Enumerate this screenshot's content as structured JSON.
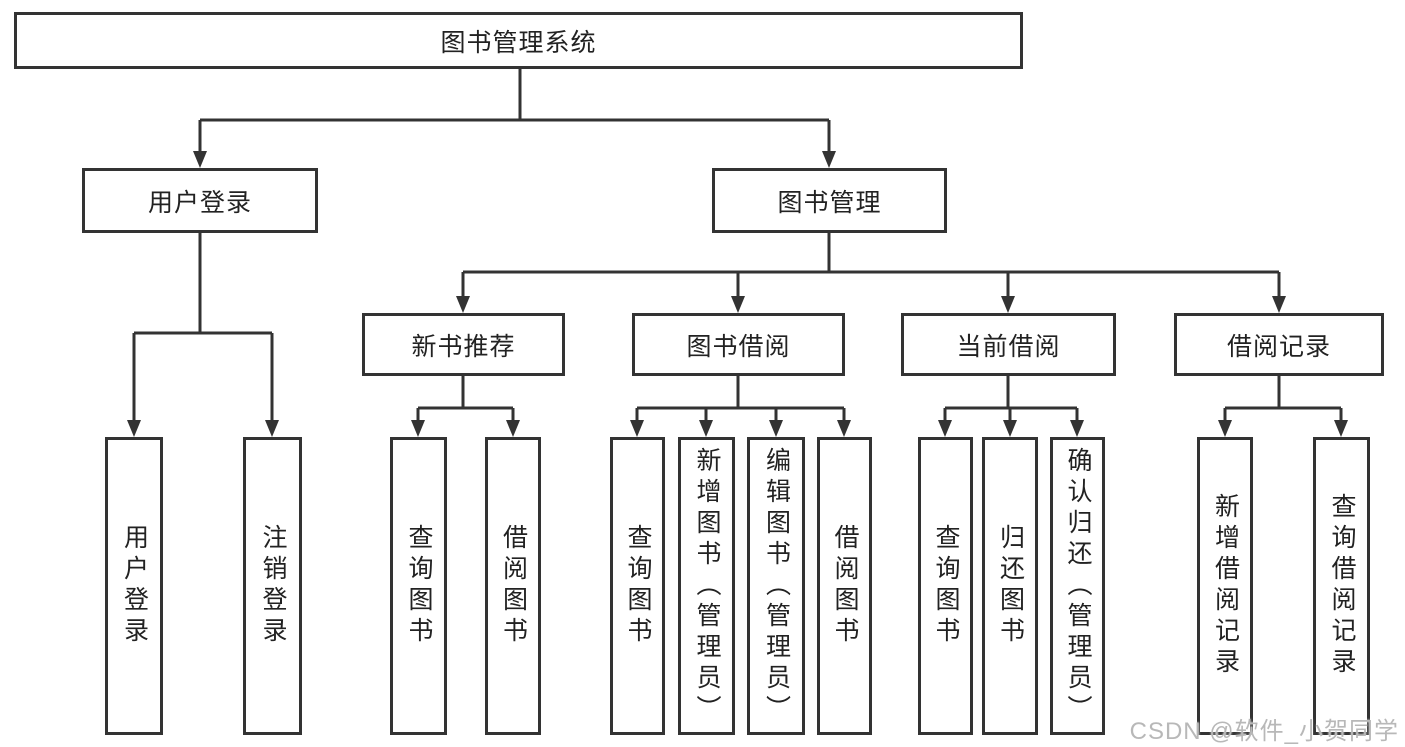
{
  "tree": {
    "root": {
      "label": "图书管理系统"
    },
    "user_login": {
      "label": "用户登录",
      "leaves": [
        {
          "label": "用户登录"
        },
        {
          "label": "注销登录"
        }
      ]
    },
    "book_management": {
      "label": "图书管理",
      "groups": [
        {
          "label": "新书推荐",
          "leaves": [
            {
              "label": "查询图书"
            },
            {
              "label": "借阅图书"
            }
          ]
        },
        {
          "label": "图书借阅",
          "leaves": [
            {
              "label": "查询图书"
            },
            {
              "label": "新增图书（管理员）"
            },
            {
              "label": "编辑图书（管理员）"
            },
            {
              "label": "借阅图书"
            }
          ]
        },
        {
          "label": "当前借阅",
          "leaves": [
            {
              "label": "查询图书"
            },
            {
              "label": "归还图书"
            },
            {
              "label": "确认归还（管理员）"
            }
          ]
        },
        {
          "label": "借阅记录",
          "leaves": [
            {
              "label": "新增借阅记录"
            },
            {
              "label": "查询借阅记录"
            }
          ]
        }
      ]
    }
  },
  "watermark": {
    "text": "CSDN @软件_小贺同学"
  },
  "colors": {
    "line": "#333333",
    "text": "#222222",
    "watermark": "#b8b8b8",
    "background": "#ffffff",
    "box_fill": "#ffffff"
  }
}
